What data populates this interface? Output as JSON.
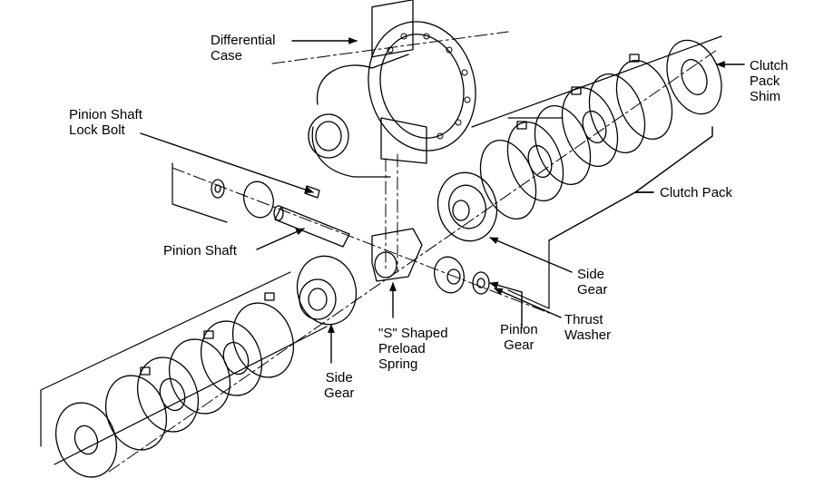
{
  "labels": {
    "differential_case": [
      "Differential",
      "Case"
    ],
    "pinion_shaft_lock_bolt": [
      "Pinion Shaft",
      "Lock Bolt"
    ],
    "pinion_shaft": "Pinion Shaft",
    "clutch_pack_shim": [
      "Clutch",
      "Pack",
      "Shim"
    ],
    "clutch_pack": "Clutch Pack",
    "side_gear_right": [
      "Side",
      "Gear"
    ],
    "side_gear_left": [
      "Side",
      "Gear"
    ],
    "thrust_washer": [
      "Thrust",
      "Washer"
    ],
    "pinion_gear": [
      "Pinion",
      "Gear"
    ],
    "s_shaped_preload_spring": [
      "\"S\" Shaped",
      "Preload",
      "Spring"
    ]
  },
  "colors": {
    "line": "#000000",
    "background": "#ffffff"
  }
}
